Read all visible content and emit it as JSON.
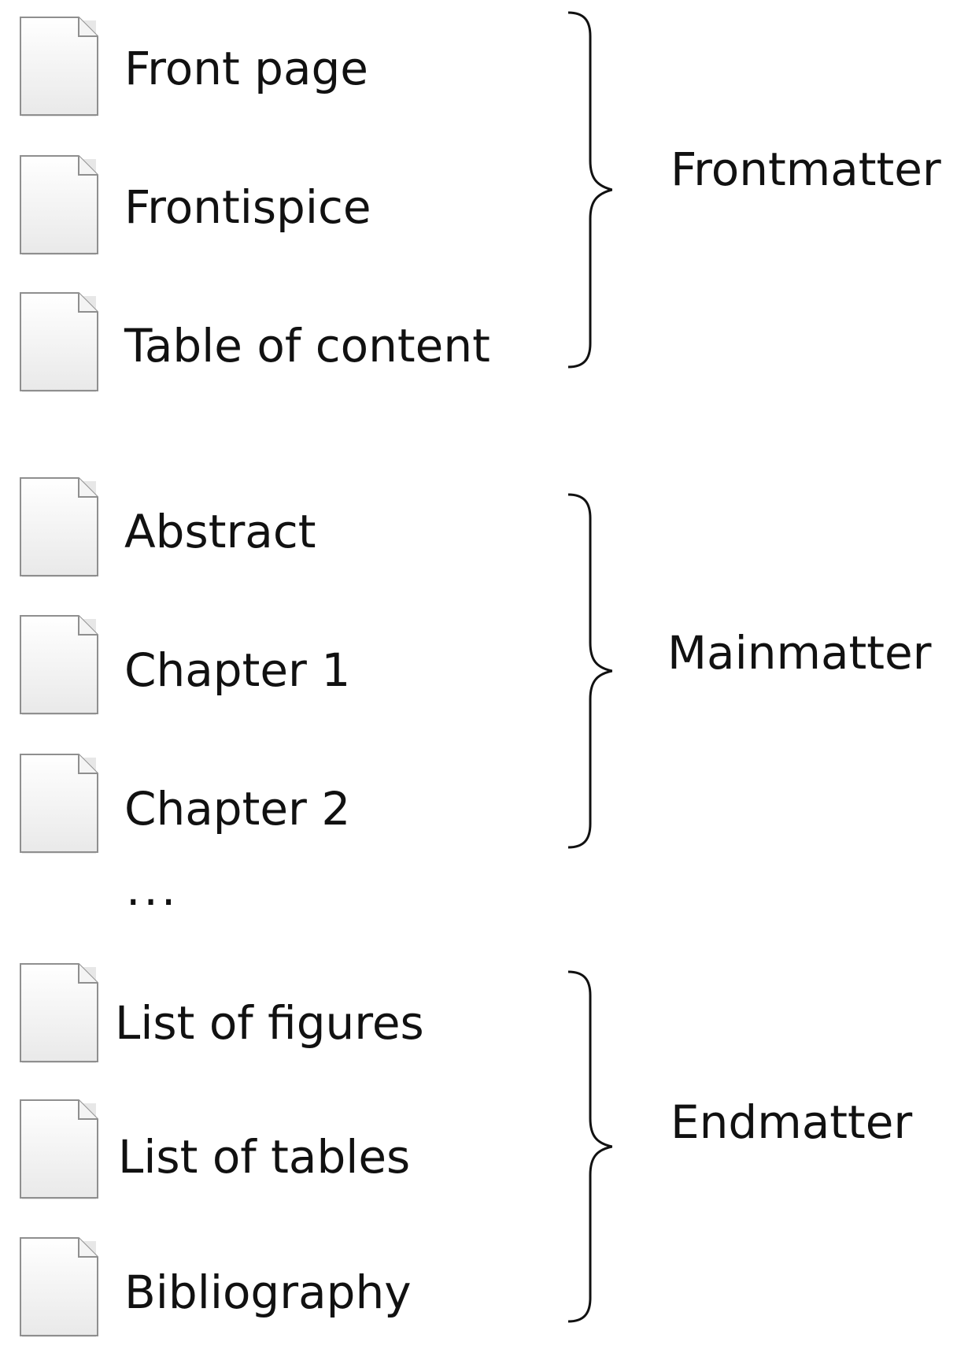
{
  "groups": [
    {
      "label": "Frontmatter",
      "items": [
        "Front page",
        "Frontispice",
        "Table of content"
      ]
    },
    {
      "label": "Mainmatter",
      "items": [
        "Abstract",
        "Chapter 1",
        "Chapter 2"
      ]
    },
    {
      "label": "Endmatter",
      "items": [
        "List of figures",
        "List of tables",
        "Bibliography"
      ]
    }
  ],
  "ellipsis": "...",
  "icons": {
    "document": "document-icon",
    "brace": "right-curly-brace-icon"
  },
  "colors": {
    "text": "#111111",
    "icon_fill_top": "#ffffff",
    "icon_fill_bottom": "#e9e9e9",
    "icon_stroke": "#8f8f8f",
    "brace": "#111111"
  }
}
